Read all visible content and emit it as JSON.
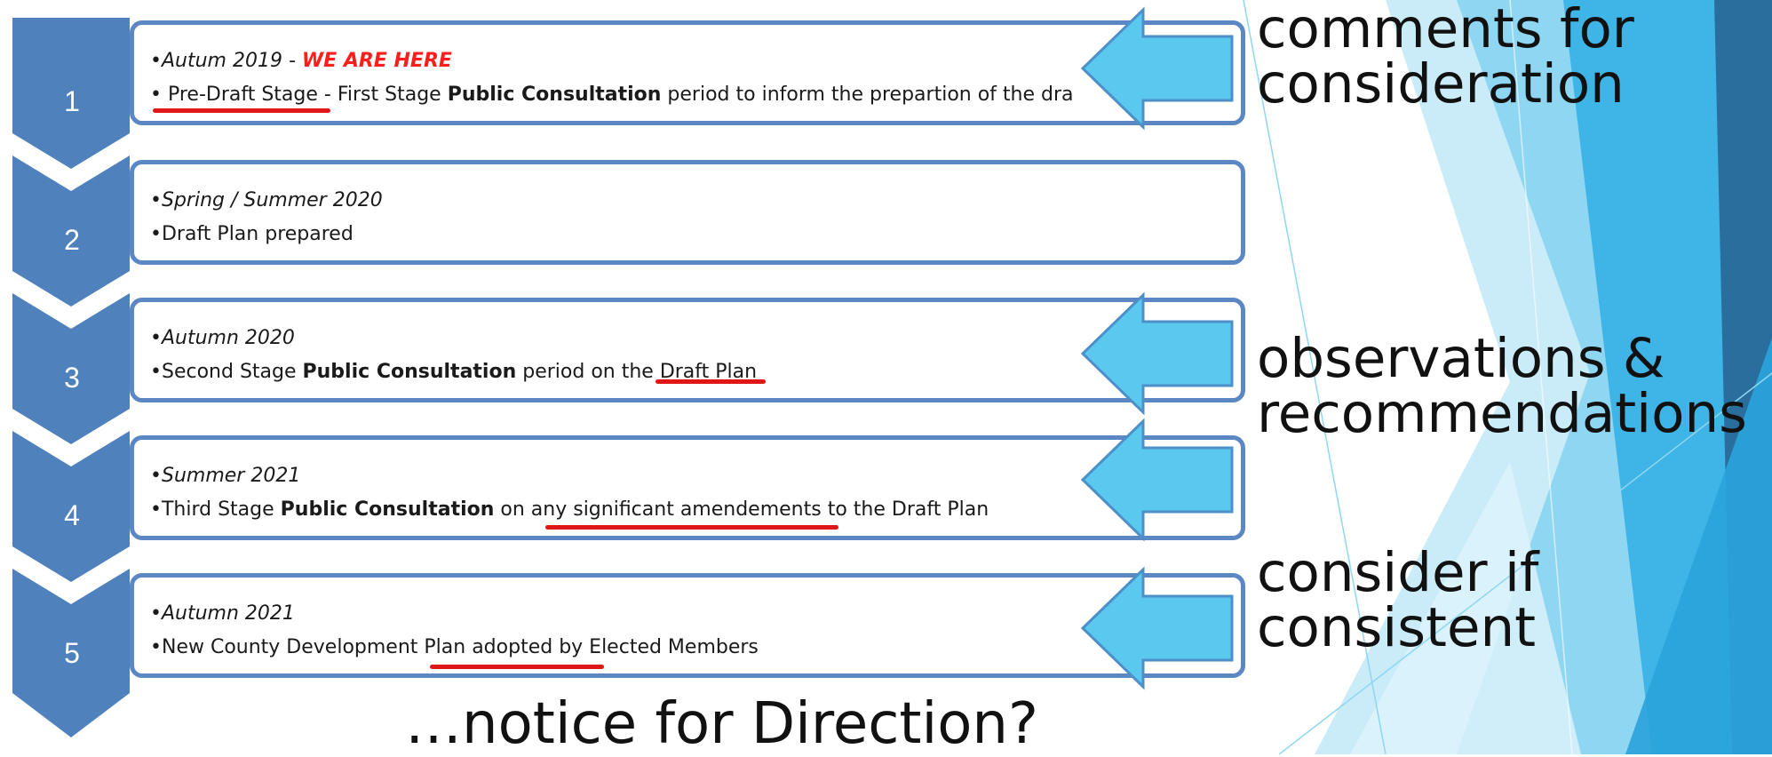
{
  "stages": [
    {
      "number": "1",
      "date": "Autum 2019 - ",
      "highlight": "WE ARE HERE",
      "line_a": "Pre-Draft Stage - ",
      "line_b": "First Stage ",
      "line_c": "Public Consultation",
      "line_d": " period to inform the prepartion of the dra"
    },
    {
      "number": "2",
      "date": "Spring / Summer 2020",
      "line": "Draft Plan prepared"
    },
    {
      "number": "3",
      "date": "Autumn 2020",
      "line_a": "Second Stage ",
      "line_b": "Public Consultation",
      "line_c": " period on the Draft Plan"
    },
    {
      "number": "4",
      "date": "Summer 2021",
      "line_a": "Third Stage ",
      "line_b": "Public Consultation",
      "line_c": " on any significant amendements to the Draft Plan"
    },
    {
      "number": "5",
      "date": "Autumn 2021",
      "line": "New County Development Plan adopted by Elected Members"
    }
  ],
  "annotations": {
    "a1_line1": "comments for",
    "a1_line2": "consideration",
    "a2_line1": "observations &",
    "a2_line2": "recommendations",
    "a3_line1": "consider if",
    "a3_line2": "consistent"
  },
  "footer": "…notice for Direction?",
  "colors": {
    "chevron": "#4f81bd",
    "box_border": "#5b87c2",
    "arrow_fill": "#5bc8ef",
    "arrow_stroke": "#4d8fc8",
    "underline": "#e01717",
    "highlight": "#ff1d1d"
  }
}
